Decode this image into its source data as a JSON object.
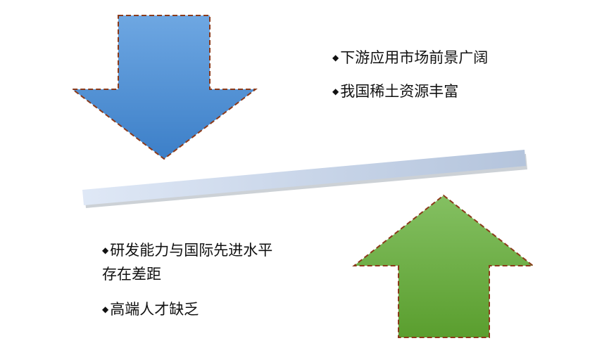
{
  "bullet": "◆",
  "colors": {
    "down_arrow": "#4a8fd6",
    "up_arrow": "#6cb340",
    "border": "#8b3a1a",
    "lever": "#c9d6ea"
  },
  "top_right_points": [
    "下游应用市场前景广阔",
    "我国稀土资源丰富"
  ],
  "bottom_left_points": [
    "研发能力与国际先进水平存在差距",
    "高端人才缺乏"
  ]
}
